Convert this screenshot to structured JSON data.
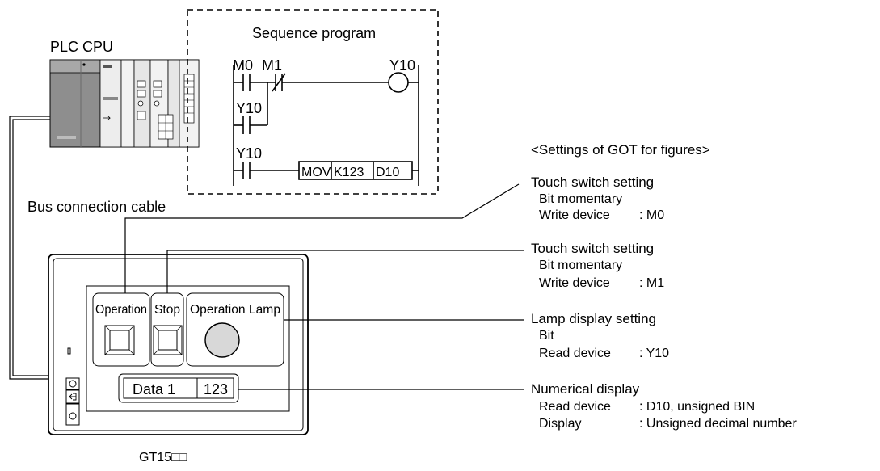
{
  "plc": {
    "label": "PLC CPU",
    "cable_label": "Bus connection cable"
  },
  "program": {
    "title": "Sequence program",
    "contacts": {
      "m0": "M0",
      "m1": "M1",
      "y10_self": "Y10",
      "y10_mov": "Y10"
    },
    "coil": "Y10",
    "instruction": {
      "op": "MOV",
      "src": "K123",
      "dst": "D10"
    }
  },
  "got_screen": {
    "button_operation": "Operation",
    "button_stop": "Stop",
    "lamp_label": "Operation Lamp",
    "data_label": "Data 1",
    "data_value": "123",
    "model": "GT15□□"
  },
  "settings": {
    "header": "<Settings of GOT for figures>",
    "touch1": {
      "title": "Touch switch setting",
      "line1": "Bit momentary",
      "line2_key": "Write device",
      "line2_val": ": M0"
    },
    "touch2": {
      "title": "Touch switch setting",
      "line1": "Bit momentary",
      "line2_key": "Write device",
      "line2_val": ": M1"
    },
    "lamp": {
      "title": "Lamp display setting",
      "line1": "Bit",
      "line2_key": "Read device",
      "line2_val": ": Y10"
    },
    "numeric": {
      "title": "Numerical display",
      "line1_key": "Read device",
      "line1_val": ": D10, unsigned BIN",
      "line2_key": "Display",
      "line2_val": ": Unsigned decimal number"
    }
  }
}
